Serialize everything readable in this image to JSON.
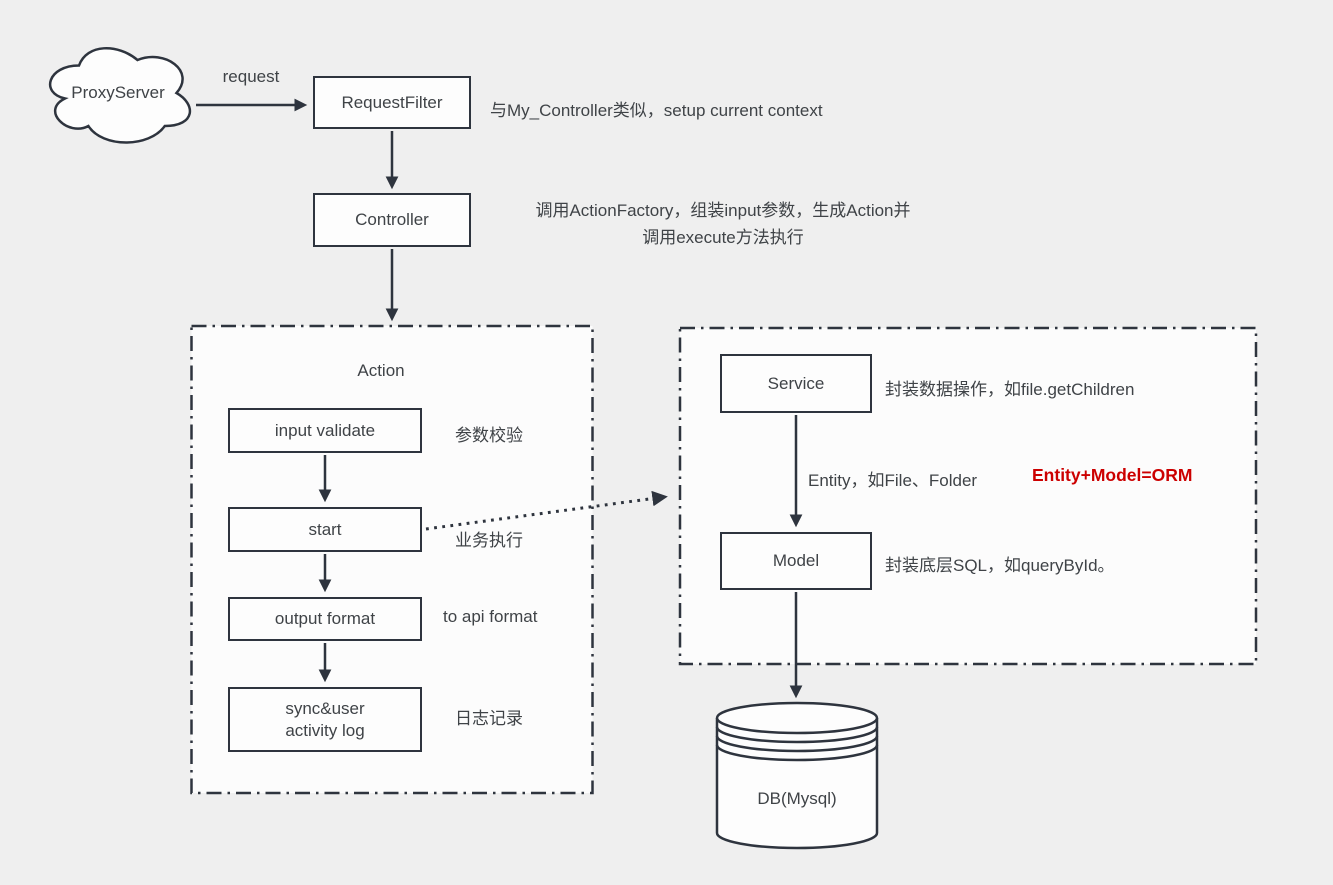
{
  "diagram": {
    "nodes": {
      "proxy_server": "ProxyServer",
      "request_filter": "RequestFilter",
      "controller": "Controller",
      "action_container_title": "Action",
      "input_validate": "input validate",
      "start": "start",
      "output_format": "output format",
      "sync_log": "sync&user activity log",
      "service": "Service",
      "model": "Model",
      "database": "DB(Mysql)"
    },
    "edge_labels": {
      "request": "request",
      "entity": "Entity，如File、Folder",
      "orm": "Entity+Model=ORM"
    },
    "notes": {
      "request_filter": "与My_Controller类似，setup current context",
      "controller_line1": "调用ActionFactory，组装input参数，生成Action并",
      "controller_line2": "调用execute方法执行",
      "input_validate": "参数校验",
      "start": "业务执行",
      "output_format": "to api format",
      "sync_log": "日志记录",
      "service": "封装数据操作，如file.getChildren",
      "model": "封装底层SQL，如queryById。"
    }
  },
  "colors": {
    "background": "#efefef",
    "stroke": "#2e343e",
    "text": "#3f4347",
    "node_fill": "#fdfdfd",
    "container_fill": "#fcfcfc",
    "accent_red": "#cc0000"
  }
}
